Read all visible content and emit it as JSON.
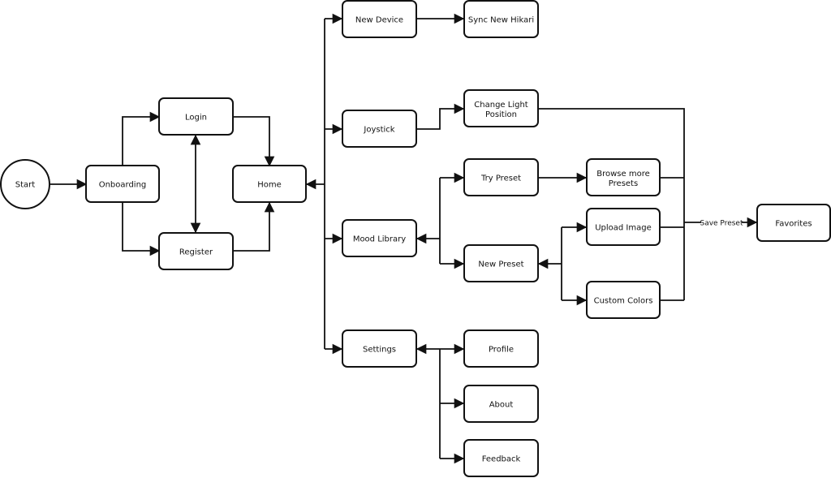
{
  "diagram": {
    "nodes": {
      "start": "Start",
      "onboarding": "Onboarding",
      "login": "Login",
      "register": "Register",
      "home": "Home",
      "new_device": "New Device",
      "sync_new_hikari": "Sync New Hikari",
      "joystick": "Joystick",
      "change_light_position": [
        "Change Light",
        "Position"
      ],
      "mood_library": "Mood Library",
      "try_preset": "Try Preset",
      "browse_more_presets": [
        "Browse more",
        "Presets"
      ],
      "new_preset": "New Preset",
      "upload_image": "Upload Image",
      "custom_colors": "Custom Colors",
      "favorites": "Favorites",
      "settings": "Settings",
      "profile": "Profile",
      "about": "About",
      "feedback": "Feedback"
    },
    "edge_labels": {
      "save_preset": "Save Preset"
    }
  }
}
